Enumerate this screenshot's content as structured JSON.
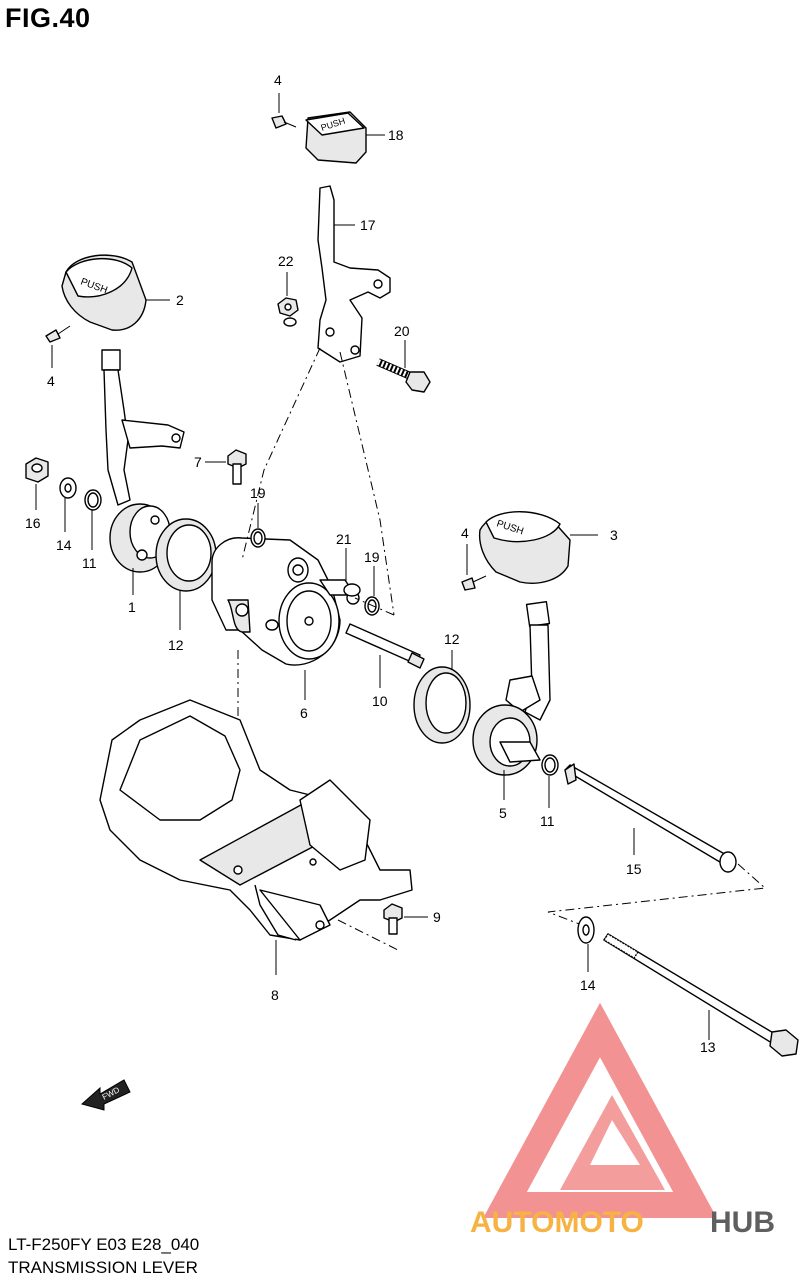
{
  "figure": {
    "title": "FIG.40",
    "model_code": "LT-F250FY E03 E28_040",
    "caption": "TRANSMISSION LEVER"
  },
  "callouts": [
    {
      "id": "4",
      "label": "4"
    },
    {
      "id": "18",
      "label": "18"
    },
    {
      "id": "17",
      "label": "17"
    },
    {
      "id": "22",
      "label": "22"
    },
    {
      "id": "2",
      "label": "2"
    },
    {
      "id": "20",
      "label": "20"
    },
    {
      "id": "4b",
      "label": "4"
    },
    {
      "id": "7",
      "label": "7"
    },
    {
      "id": "19",
      "label": "19"
    },
    {
      "id": "16",
      "label": "16"
    },
    {
      "id": "14",
      "label": "14"
    },
    {
      "id": "11",
      "label": "11"
    },
    {
      "id": "21",
      "label": "21"
    },
    {
      "id": "19b",
      "label": "19"
    },
    {
      "id": "4c",
      "label": "4"
    },
    {
      "id": "3",
      "label": "3"
    },
    {
      "id": "1",
      "label": "1"
    },
    {
      "id": "12",
      "label": "12"
    },
    {
      "id": "6",
      "label": "6"
    },
    {
      "id": "10",
      "label": "10"
    },
    {
      "id": "12b",
      "label": "12"
    },
    {
      "id": "5",
      "label": "5"
    },
    {
      "id": "11b",
      "label": "11"
    },
    {
      "id": "15",
      "label": "15"
    },
    {
      "id": "9",
      "label": "9"
    },
    {
      "id": "8",
      "label": "8"
    },
    {
      "id": "14b",
      "label": "14"
    },
    {
      "id": "13",
      "label": "13"
    }
  ],
  "knob_text": "PUSH",
  "fwd_label": "FWD",
  "watermark": {
    "part1": "AUTOMOTO",
    "part2": "HUB",
    "color1": "#f5a623",
    "color2": "#444444",
    "triangle_color": "#f08080"
  }
}
